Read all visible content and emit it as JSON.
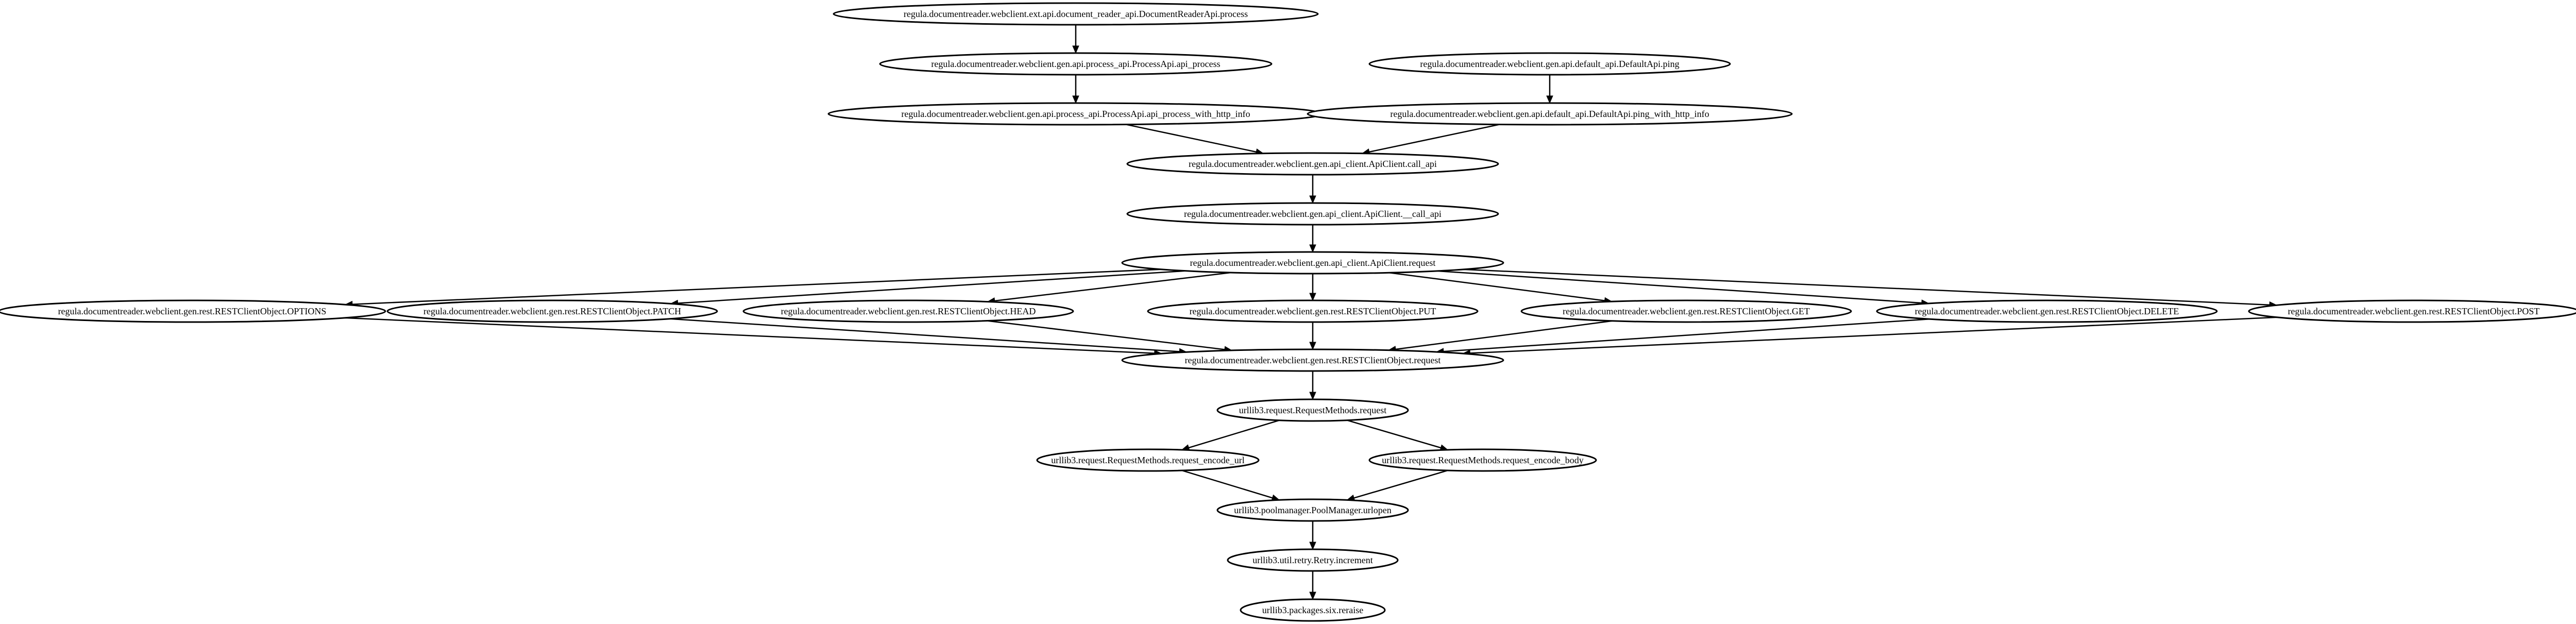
{
  "graph": {
    "nodes": [
      {
        "id": "n_docrender",
        "label": "regula.documentreader.webclient.ext.api.document_reader_api.DocumentReaderApi.process"
      },
      {
        "id": "n_api_process",
        "label": "regula.documentreader.webclient.gen.api.process_api.ProcessApi.api_process"
      },
      {
        "id": "n_api_process_http",
        "label": "regula.documentreader.webclient.gen.api.process_api.ProcessApi.api_process_with_http_info"
      },
      {
        "id": "n_ping",
        "label": "regula.documentreader.webclient.gen.api.default_api.DefaultApi.ping"
      },
      {
        "id": "n_ping_http",
        "label": "regula.documentreader.webclient.gen.api.default_api.DefaultApi.ping_with_http_info"
      },
      {
        "id": "n_call_api",
        "label": "regula.documentreader.webclient.gen.api_client.ApiClient.call_api"
      },
      {
        "id": "n_call_api_priv",
        "label": "regula.documentreader.webclient.gen.api_client.ApiClient.__call_api"
      },
      {
        "id": "n_client_request",
        "label": "regula.documentreader.webclient.gen.api_client.ApiClient.request"
      },
      {
        "id": "n_options",
        "label": "regula.documentreader.webclient.gen.rest.RESTClientObject.OPTIONS"
      },
      {
        "id": "n_patch",
        "label": "regula.documentreader.webclient.gen.rest.RESTClientObject.PATCH"
      },
      {
        "id": "n_head",
        "label": "regula.documentreader.webclient.gen.rest.RESTClientObject.HEAD"
      },
      {
        "id": "n_put",
        "label": "regula.documentreader.webclient.gen.rest.RESTClientObject.PUT"
      },
      {
        "id": "n_get",
        "label": "regula.documentreader.webclient.gen.rest.RESTClientObject.GET"
      },
      {
        "id": "n_delete",
        "label": "regula.documentreader.webclient.gen.rest.RESTClientObject.DELETE"
      },
      {
        "id": "n_post",
        "label": "regula.documentreader.webclient.gen.rest.RESTClientObject.POST"
      },
      {
        "id": "n_rest_request",
        "label": "regula.documentreader.webclient.gen.rest.RESTClientObject.request"
      },
      {
        "id": "n_urllib_request",
        "label": "urllib3.request.RequestMethods.request"
      },
      {
        "id": "n_encode_url",
        "label": "urllib3.request.RequestMethods.request_encode_url"
      },
      {
        "id": "n_encode_body",
        "label": "urllib3.request.RequestMethods.request_encode_body"
      },
      {
        "id": "n_urlopen",
        "label": "urllib3.poolmanager.PoolManager.urlopen"
      },
      {
        "id": "n_increment",
        "label": "urllib3.util.retry.Retry.increment"
      },
      {
        "id": "n_reraise",
        "label": "urllib3.packages.six.reraise"
      }
    ],
    "edges": [
      {
        "from": "n_docrender",
        "to": "n_api_process"
      },
      {
        "from": "n_api_process",
        "to": "n_api_process_http"
      },
      {
        "from": "n_api_process_http",
        "to": "n_call_api"
      },
      {
        "from": "n_ping",
        "to": "n_ping_http"
      },
      {
        "from": "n_ping_http",
        "to": "n_call_api"
      },
      {
        "from": "n_call_api",
        "to": "n_call_api_priv"
      },
      {
        "from": "n_call_api_priv",
        "to": "n_client_request"
      },
      {
        "from": "n_client_request",
        "to": "n_options"
      },
      {
        "from": "n_client_request",
        "to": "n_patch"
      },
      {
        "from": "n_client_request",
        "to": "n_head"
      },
      {
        "from": "n_client_request",
        "to": "n_put"
      },
      {
        "from": "n_client_request",
        "to": "n_get"
      },
      {
        "from": "n_client_request",
        "to": "n_delete"
      },
      {
        "from": "n_client_request",
        "to": "n_post"
      },
      {
        "from": "n_options",
        "to": "n_rest_request"
      },
      {
        "from": "n_patch",
        "to": "n_rest_request"
      },
      {
        "from": "n_head",
        "to": "n_rest_request"
      },
      {
        "from": "n_put",
        "to": "n_rest_request"
      },
      {
        "from": "n_get",
        "to": "n_rest_request"
      },
      {
        "from": "n_delete",
        "to": "n_rest_request"
      },
      {
        "from": "n_post",
        "to": "n_rest_request"
      },
      {
        "from": "n_rest_request",
        "to": "n_urllib_request"
      },
      {
        "from": "n_urllib_request",
        "to": "n_encode_url"
      },
      {
        "from": "n_urllib_request",
        "to": "n_encode_body"
      },
      {
        "from": "n_encode_url",
        "to": "n_urlopen"
      },
      {
        "from": "n_encode_body",
        "to": "n_urlopen"
      },
      {
        "from": "n_urlopen",
        "to": "n_increment"
      },
      {
        "from": "n_increment",
        "to": "n_reraise"
      }
    ]
  }
}
